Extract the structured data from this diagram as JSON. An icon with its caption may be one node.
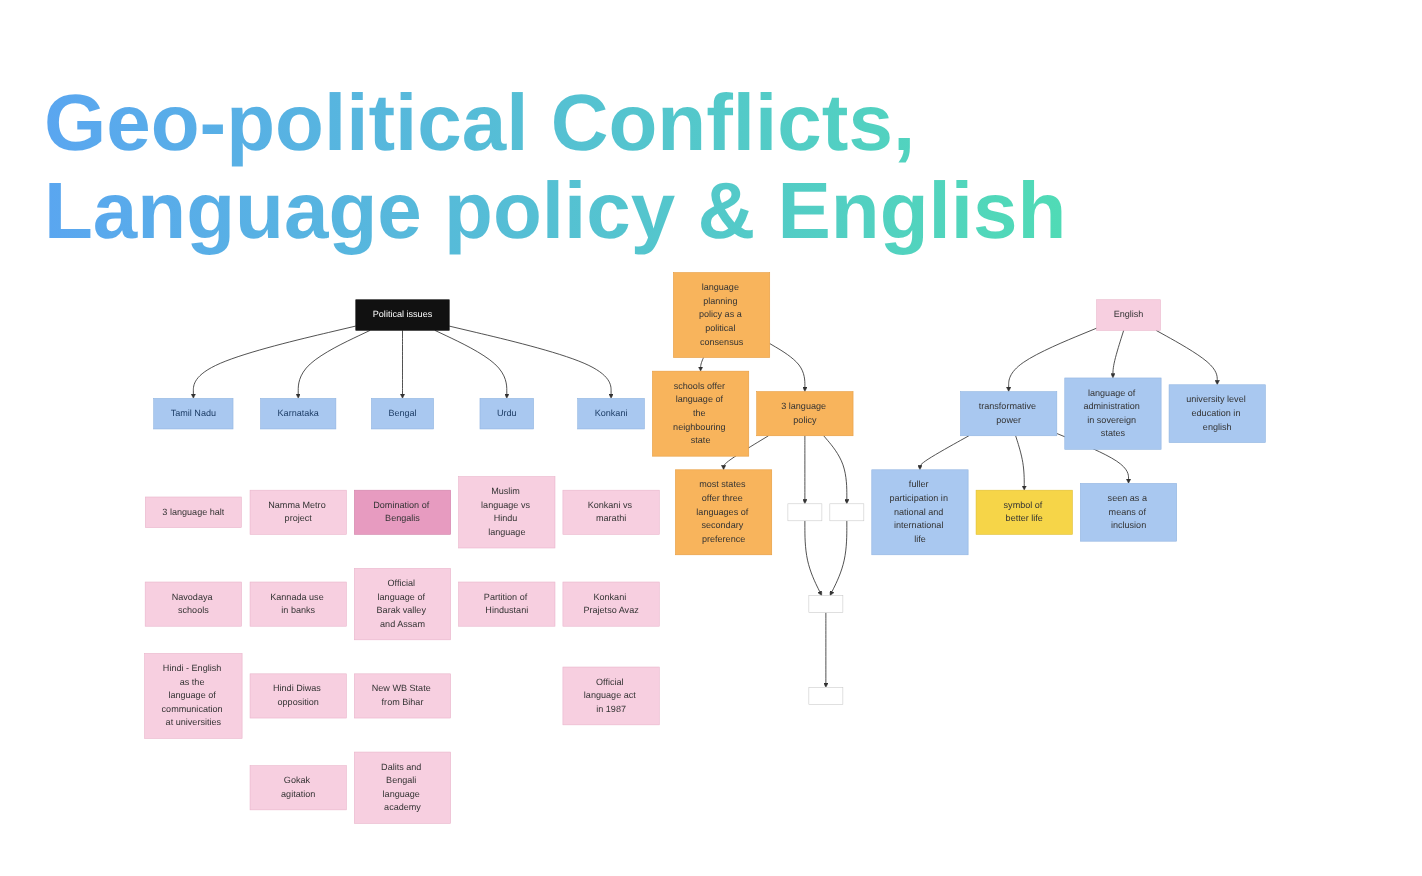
{
  "diagram": {
    "title": "Geo-political Conflicts, Language policy & English",
    "nodes": [
      {
        "text": [
          "Political issues"
        ]
      },
      {
        "text": [
          "Tamil Nadu"
        ]
      },
      {
        "text": [
          "Karnataka"
        ]
      },
      {
        "text": [
          "Bengal"
        ]
      },
      {
        "text": [
          "Urdu"
        ]
      },
      {
        "text": [
          "Konkani"
        ]
      },
      {
        "text": [
          "3 language halt"
        ]
      },
      {
        "text": [
          "Navodaya schools"
        ]
      },
      {
        "text": [
          "Hindi - English as the language of communication at universities"
        ]
      },
      {
        "text": [
          "Namma Metro project"
        ]
      },
      {
        "text": [
          "Kannada use in banks"
        ]
      },
      {
        "text": [
          "Hindi Diwas opposition"
        ]
      },
      {
        "text": [
          "Gokak agitation"
        ]
      },
      {
        "text": [
          "Domination of Bengalis"
        ]
      },
      {
        "text": [
          "Official language of Barak valley and Assam"
        ]
      },
      {
        "text": [
          "New WB State from Bihar"
        ]
      },
      {
        "text": [
          "Dalits and Bengali language academy"
        ]
      },
      {
        "text": [
          "Muslim language vs Hindu language"
        ]
      },
      {
        "text": [
          "Partition of Hindustani"
        ]
      },
      {
        "text": [
          "Konkani vs marathi"
        ]
      },
      {
        "text": [
          "Konkani Prajetso Avaz"
        ]
      },
      {
        "text": [
          "Official language act in 1987"
        ]
      },
      {
        "text": [
          "schools offer language of the neighbouring state"
        ]
      },
      {
        "text": [
          "language planning policy as a political consensus"
        ]
      },
      {
        "text": [
          "3 language policy"
        ]
      },
      {
        "text": [
          "most states offer three languages of secondary preference"
        ]
      },
      {
        "text": [],
        "shape": "box"
      },
      {
        "text": [],
        "shape": "box"
      },
      {
        "text": [],
        "shape": "box"
      },
      {
        "text": [],
        "shape": "box"
      },
      {
        "text": [
          "English"
        ]
      },
      {
        "text": [
          "transformative power"
        ]
      },
      {
        "text": [
          "language of administration in sovereign states"
        ]
      },
      {
        "text": [
          "university level education in english"
        ]
      },
      {
        "text": [
          "fuller participation in national and international life"
        ]
      },
      {
        "text": [
          "symbol of better life"
        ]
      },
      {
        "text": [
          "seen as a means of inclusion"
        ]
      }
    ],
    "edges": [
      {
        "from": 0,
        "to": 1,
        "arrow": "to"
      },
      {
        "from": 0,
        "to": 2,
        "arrow": "to"
      },
      {
        "from": 0,
        "to": 3,
        "arrow": "to"
      },
      {
        "from": 0,
        "to": 4,
        "arrow": "to"
      },
      {
        "from": 0,
        "to": 5,
        "arrow": "to"
      },
      {
        "from": 23,
        "to": 22,
        "arrow": "to"
      },
      {
        "from": 23,
        "to": 24,
        "arrow": "to"
      },
      {
        "from": 24,
        "to": 25,
        "arrow": "to"
      },
      {
        "from": 24,
        "to": 26,
        "arrow": "to"
      },
      {
        "from": 24,
        "to": 27,
        "arrow": "to"
      },
      {
        "from": 26,
        "to": 28,
        "arrow": "to"
      },
      {
        "from": 27,
        "to": 28,
        "arrow": "to"
      },
      {
        "from": 28,
        "to": 29,
        "arrow": "to"
      },
      {
        "from": 30,
        "to": 31,
        "arrow": "to"
      },
      {
        "from": 30,
        "to": 32,
        "arrow": "to"
      },
      {
        "from": 30,
        "to": 33,
        "arrow": "to"
      },
      {
        "from": 31,
        "to": 34,
        "arrow": "to"
      },
      {
        "from": 31,
        "to": 35,
        "arrow": "to"
      },
      {
        "from": 31,
        "to": 36,
        "arrow": "to"
      }
    ]
  }
}
